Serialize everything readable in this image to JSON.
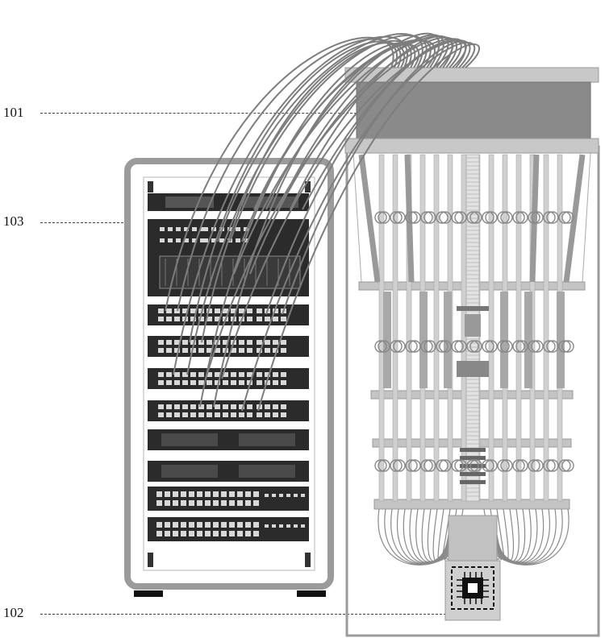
{
  "labels": {
    "cryostat_top": "101",
    "processor_chip": "102",
    "server_rack": "103"
  },
  "colors": {
    "frame": "#9b9b9b",
    "frame_dark": "#7a7a7a",
    "plate": "#c4c4c4",
    "top_block": "#8a8a8a",
    "cable": "#7d7d7d",
    "device": "#2b2b2b",
    "port": "#d8d8d8"
  }
}
